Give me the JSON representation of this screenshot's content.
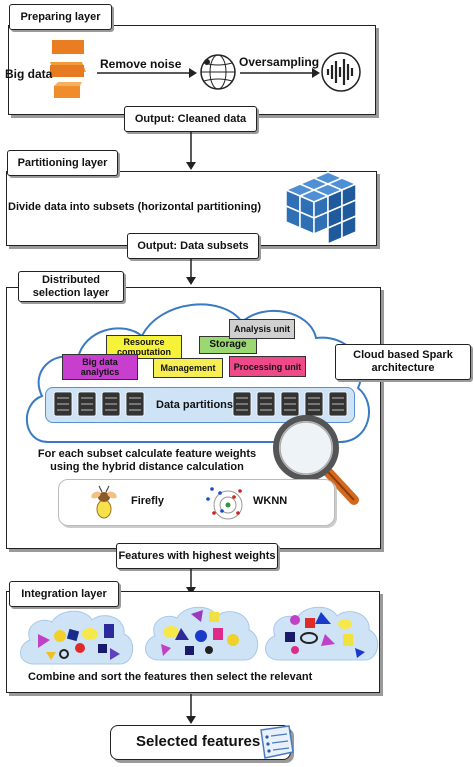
{
  "preparing": {
    "title": "Preparing layer",
    "big_data": "Big data",
    "remove_noise": "Remove noise",
    "oversampling": "Oversampling",
    "output": "Output: Cleaned data"
  },
  "partitioning": {
    "title": "Partitioning layer",
    "divide_text": "Divide data into subsets  (horizontal partitioning)",
    "output": "Output: Data subsets"
  },
  "distributed": {
    "title": "Distributed selection layer",
    "cloud_label": "Cloud based Spark architecture",
    "tags": {
      "resource": "Resource computation",
      "storage": "Storage",
      "analysis": "Analysis unit",
      "big_data_analytics": "Big data analytics",
      "management": "Management",
      "processing": "Processing unit"
    },
    "data_partitions": "Data partitions",
    "feature_weights": "For each subset calculate feature weights using the hybrid distance calculation",
    "firefly": "Firefly",
    "wknn": "WKNN",
    "output": "Features with highest weights"
  },
  "integration": {
    "title": "Integration layer",
    "combine_text": "Combine and sort the features then select the relevant"
  },
  "final": {
    "label": "Selected features"
  },
  "colors": {
    "cube_blue": "#2e6fb5",
    "cloud_fill": "#cfe3f6",
    "resource_yellow": "#f6f23a",
    "analytics_purple": "#c83fd0",
    "management_yellow": "#f6ee52",
    "storage_green": "#9ad872",
    "processing_pink": "#ee4a8a",
    "analysis_gray": "#d0d0d0",
    "bigdata_orange": "#f08a28"
  }
}
